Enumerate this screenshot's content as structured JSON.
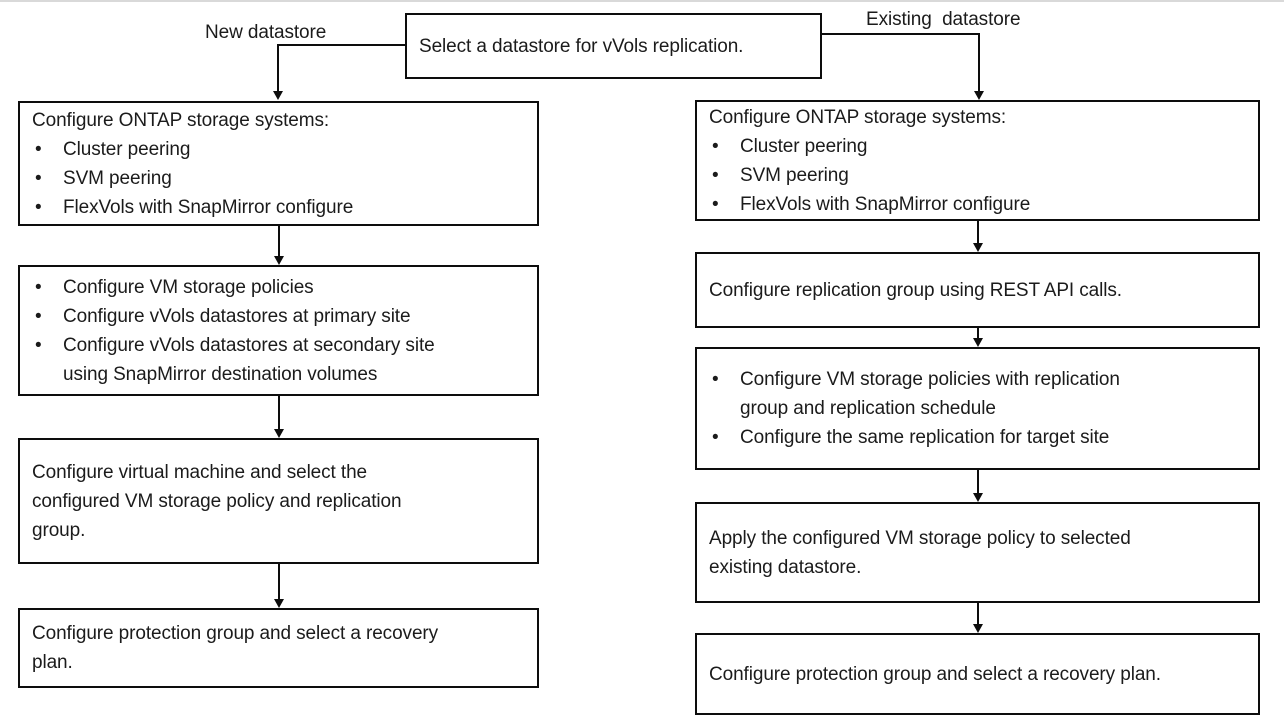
{
  "diagram": {
    "root_text": "Select a datastore for vVols replication.",
    "labels": {
      "new": "New datastore",
      "existing": "Existing  datastore"
    },
    "bullet_char": "•",
    "left": [
      {
        "heading": "Configure ONTAP storage systems:",
        "bullets": [
          "Cluster peering",
          "SVM peering",
          "FlexVols with SnapMirror configure"
        ]
      },
      {
        "bullets": [
          "Configure VM storage policies",
          "Configure vVols datastores at primary site",
          "Configure vVols datastores at secondary site\nusing SnapMirror destination volumes"
        ]
      },
      {
        "text": "Configure virtual machine and select the\nconfigured VM storage policy and replication\ngroup."
      },
      {
        "text": "Configure protection group and select a recovery\nplan."
      }
    ],
    "right": [
      {
        "heading": "Configure ONTAP storage systems:",
        "bullets": [
          "Cluster peering",
          "SVM peering",
          "FlexVols with SnapMirror configure"
        ]
      },
      {
        "text": "Configure replication group using REST API calls."
      },
      {
        "bullets": [
          "Configure VM storage policies with replication\ngroup and replication schedule",
          "Configure the same replication for target site"
        ]
      },
      {
        "text": "Apply the configured VM storage policy to selected\nexisting datastore."
      },
      {
        "text": "Configure protection group and select a recovery plan."
      }
    ],
    "colors": {
      "box_border": "#0d0d0d",
      "text": "#1b1b1b",
      "background": "#ffffff",
      "top_edge_line": "#d9d9d9"
    }
  }
}
